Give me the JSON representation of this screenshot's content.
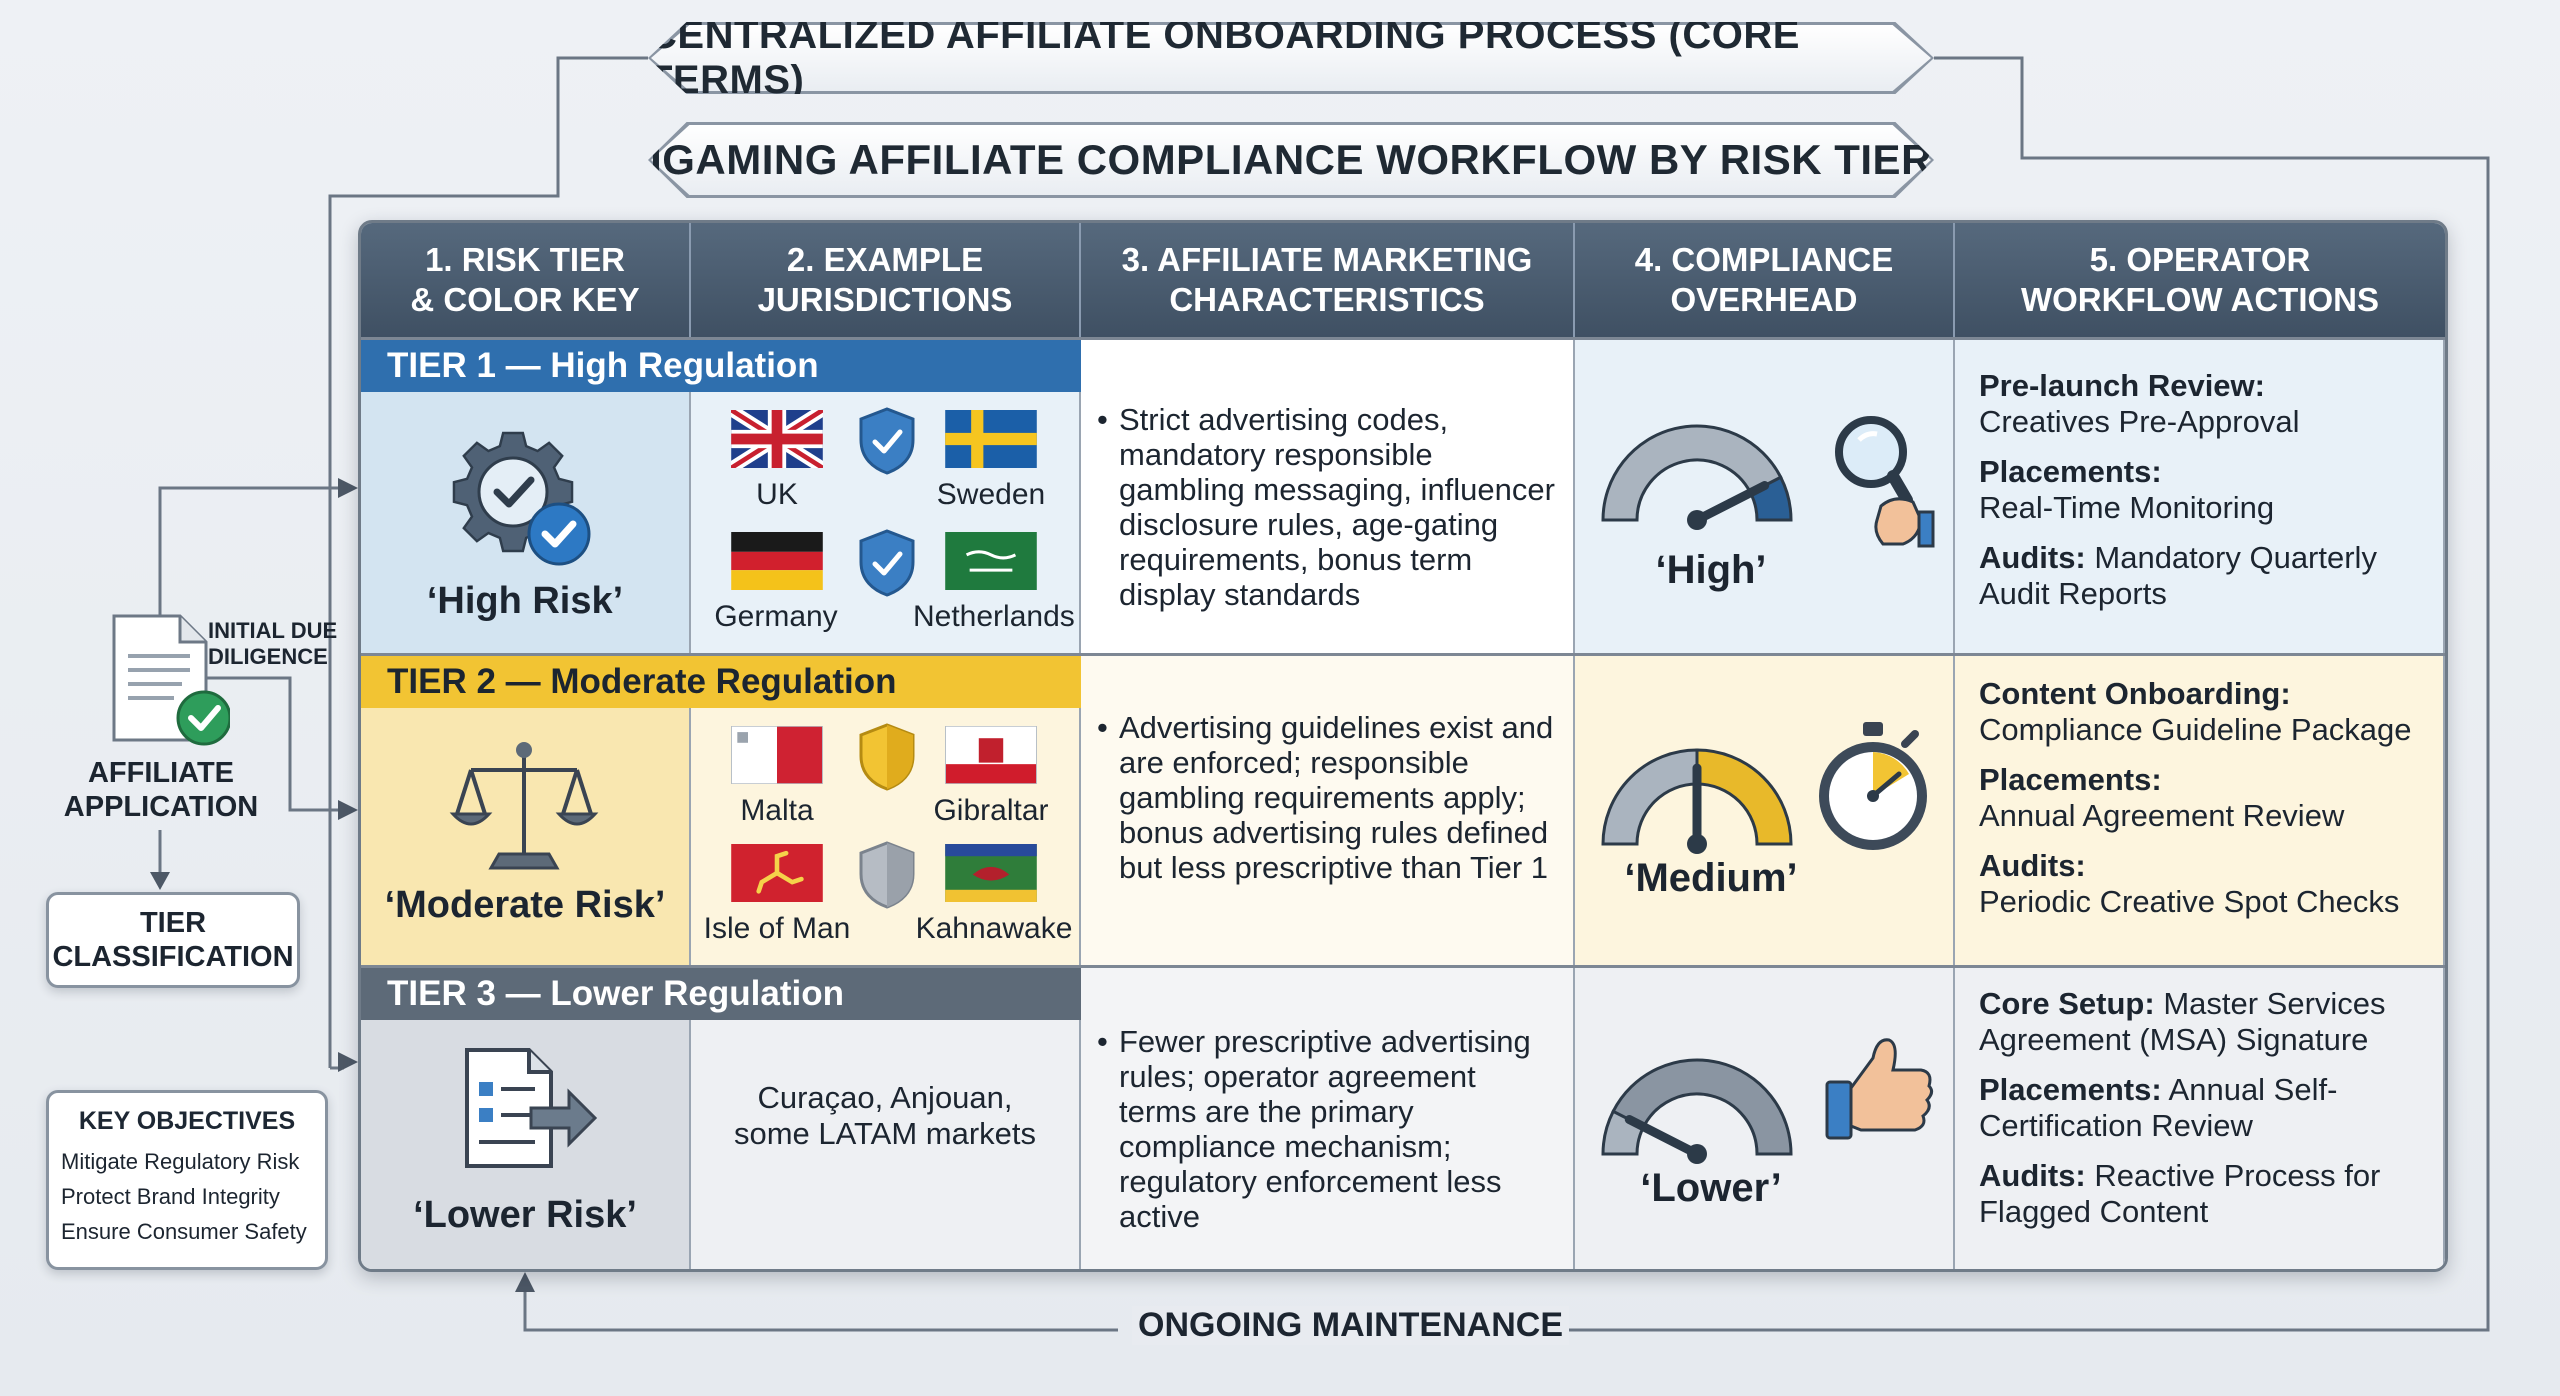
{
  "banners": {
    "top": "CENTRALIZED AFFILIATE ONBOARDING PROCESS (CORE TERMS)",
    "title": "IGAMING AFFILIATE COMPLIANCE WORKFLOW BY RISK TIER"
  },
  "headers": [
    "1. RISK TIER\n& COLOR KEY",
    "2. EXAMPLE\nJURISDICTIONS",
    "3. AFFILIATE MARKETING\nCHARACTERISTICS",
    "4. COMPLIANCE\nOVERHEAD",
    "5. OPERATOR\nWORKFLOW ACTIONS"
  ],
  "tiers": [
    {
      "band": "TIER 1 — High Regulation",
      "risk": "‘High Risk’",
      "jurisdictions": [
        "UK",
        "Sweden",
        "Germany",
        "Netherlands"
      ],
      "characteristics": "Strict advertising codes, mandatory responsible gambling messaging, influencer disclosure rules, age-gating requirements, bonus term display standards",
      "overhead": "‘High’",
      "gauge_level": 0.85,
      "actions": [
        {
          "label": "Pre-launch Review:",
          "text": "Creatives Pre-Approval"
        },
        {
          "label": "Placements:",
          "text": "Real-Time Monitoring"
        },
        {
          "label": "Audits:",
          "text": "Mandatory Quarterly Audit Reports"
        }
      ],
      "colors": {
        "band": "#2f6fae",
        "band_text": "#ffffff",
        "cell": "#d6e6f2",
        "gauge": "#2a5f95"
      }
    },
    {
      "band": "TIER 2 — Moderate Regulation",
      "risk": "‘Moderate Risk’",
      "jurisdictions": [
        "Malta",
        "Gibraltar",
        "Isle of Man",
        "Kahnawake"
      ],
      "characteristics": "Advertising guidelines exist and are enforced; responsible gambling requirements apply; bonus advertising rules defined but less prescriptive than Tier 1",
      "overhead": "‘Medium’",
      "gauge_level": 0.5,
      "actions": [
        {
          "label": "Content Onboarding:",
          "text": "Compliance Guideline Package"
        },
        {
          "label": "Placements:",
          "text": "Annual Agreement Review"
        },
        {
          "label": "Audits:",
          "text": "Periodic Creative Spot Checks"
        }
      ],
      "colors": {
        "band": "#f2c433",
        "band_text": "#1c2530",
        "cell": "#fbeec7",
        "gauge": "#e8b92a"
      }
    },
    {
      "band": "TIER 3 — Lower Regulation",
      "risk": "‘Lower Risk’",
      "jurisdictions_text": "Curaçao, Anjouan, some LATAM markets",
      "characteristics": "Fewer prescriptive advertising rules; operator agreement terms are the primary compliance mechanism; regulatory enforcement less active",
      "overhead": "‘Lower’",
      "gauge_level": 0.15,
      "actions": [
        {
          "label": "Core Setup:",
          "text": "Master Services Agreement (MSA) Signature"
        },
        {
          "label": "Placements:",
          "text": "Annual Self-Certification Review"
        },
        {
          "label": "Audits:",
          "text": "Reactive Process for Flagged Content"
        }
      ],
      "colors": {
        "band": "#5d6a78",
        "band_text": "#ffffff",
        "cell": "#dfe3e8",
        "gauge": "#8a95a2"
      }
    }
  ],
  "flow": {
    "due_diligence": "INITIAL DUE DILIGENCE",
    "application": "AFFILIATE APPLICATION",
    "classification": "TIER CLASSIFICATION"
  },
  "objectives": {
    "title": "KEY OBJECTIVES",
    "items": [
      "Mitigate Regulatory Risk",
      "Protect Brand Integrity",
      "Ensure Consumer Safety"
    ]
  },
  "maintenance": "ONGOING MAINTENANCE"
}
